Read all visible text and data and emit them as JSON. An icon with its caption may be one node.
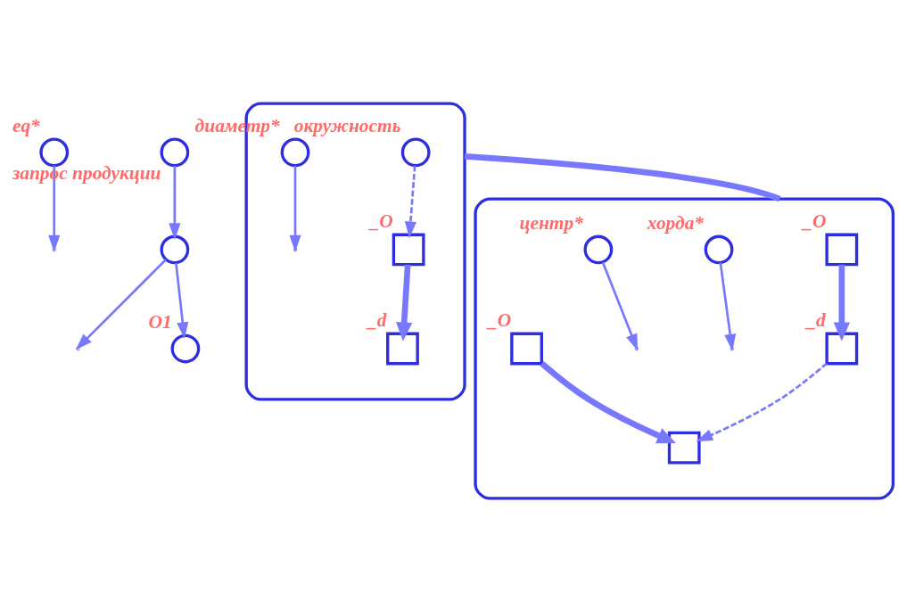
{
  "diagram": {
    "nodes": [
      {
        "text": [],
        "shape": "box"
      },
      {
        "text": [],
        "shape": "circle",
        "beside": [
          "окружность"
        ],
        "in": 0
      },
      {
        "text": [],
        "shape": "box",
        "beside": [
          "_O"
        ],
        "in": 0
      },
      {
        "text": [],
        "shape": "circle",
        "beside": [
          "диаметр*"
        ],
        "in": 0
      },
      {
        "text": [],
        "shape": "box",
        "beside": [
          "_d"
        ],
        "in": 0
      },
      {
        "text": [],
        "shape": "box"
      },
      {
        "text": [],
        "shape": "box",
        "beside": [
          "_O"
        ],
        "in": 5
      },
      {
        "text": [],
        "shape": "circle",
        "beside": [
          "хорда*"
        ],
        "in": 5
      },
      {
        "text": [],
        "shape": "box",
        "beside": [
          "_d"
        ],
        "in": 5
      },
      {
        "text": [],
        "shape": "circle",
        "beside": [
          "центр*"
        ],
        "in": 5
      },
      {
        "text": [],
        "shape": "box",
        "in": 5
      },
      {
        "text": [],
        "shape": "box",
        "beside": [
          "_O"
        ],
        "in": 5
      },
      {
        "text": [],
        "shape": "circle",
        "beside": [
          "eq*"
        ]
      },
      {
        "text": [],
        "shape": "circle"
      },
      {
        "text": [],
        "shape": "circle",
        "beside": [
          "O1"
        ]
      },
      {
        "text": [],
        "shape": "circle",
        "beside": [
          "запрос продукции"
        ]
      }
    ],
    "edges": [
      {
        "from": 1,
        "to": 2,
        "arrow": "to",
        "style": "dashed"
      },
      {
        "from": 2,
        "to": 4,
        "arrow": "to",
        "style": "thick"
      },
      {
        "from": 3,
        "to": null,
        "arrow": "to"
      },
      {
        "from": 6,
        "to": 8,
        "arrow": "to",
        "style": "thick"
      },
      {
        "from": 7,
        "to": null,
        "arrow": "to"
      },
      {
        "from": 8,
        "to": 10,
        "arrow": "to",
        "style": "dashed"
      },
      {
        "from": 11,
        "to": 10,
        "arrow": "to",
        "style": "thick"
      },
      {
        "from": 9,
        "to": null,
        "arrow": "to"
      },
      {
        "from": 0,
        "to": 5,
        "arrow": "none",
        "style": "thick"
      },
      {
        "from": 12,
        "to": null,
        "arrow": "to"
      },
      {
        "from": 13,
        "to": null,
        "arrow": "to"
      },
      {
        "from": 13,
        "to": 14,
        "arrow": "to"
      },
      {
        "from": 15,
        "to": 13,
        "arrow": "to"
      }
    ]
  }
}
